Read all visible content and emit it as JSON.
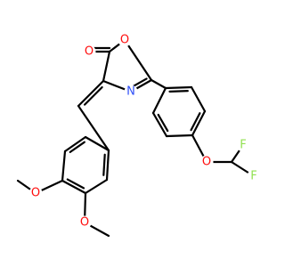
{
  "molecule": {
    "atoms": {
      "o_carbonyl": {
        "symbol": "O",
        "color": "#ff0d0d"
      },
      "o_ring": {
        "symbol": "O",
        "color": "#ff0d0d"
      },
      "n_ring": {
        "symbol": "N",
        "color": "#3050f8"
      },
      "o_ether_right": {
        "symbol": "O",
        "color": "#ff0d0d"
      },
      "f_top": {
        "symbol": "F",
        "color": "#90e050"
      },
      "f_right": {
        "symbol": "F",
        "color": "#90e050"
      },
      "o_methoxy_3": {
        "symbol": "O",
        "color": "#ff0d0d"
      },
      "o_methoxy_4": {
        "symbol": "O",
        "color": "#ff0d0d"
      }
    }
  }
}
